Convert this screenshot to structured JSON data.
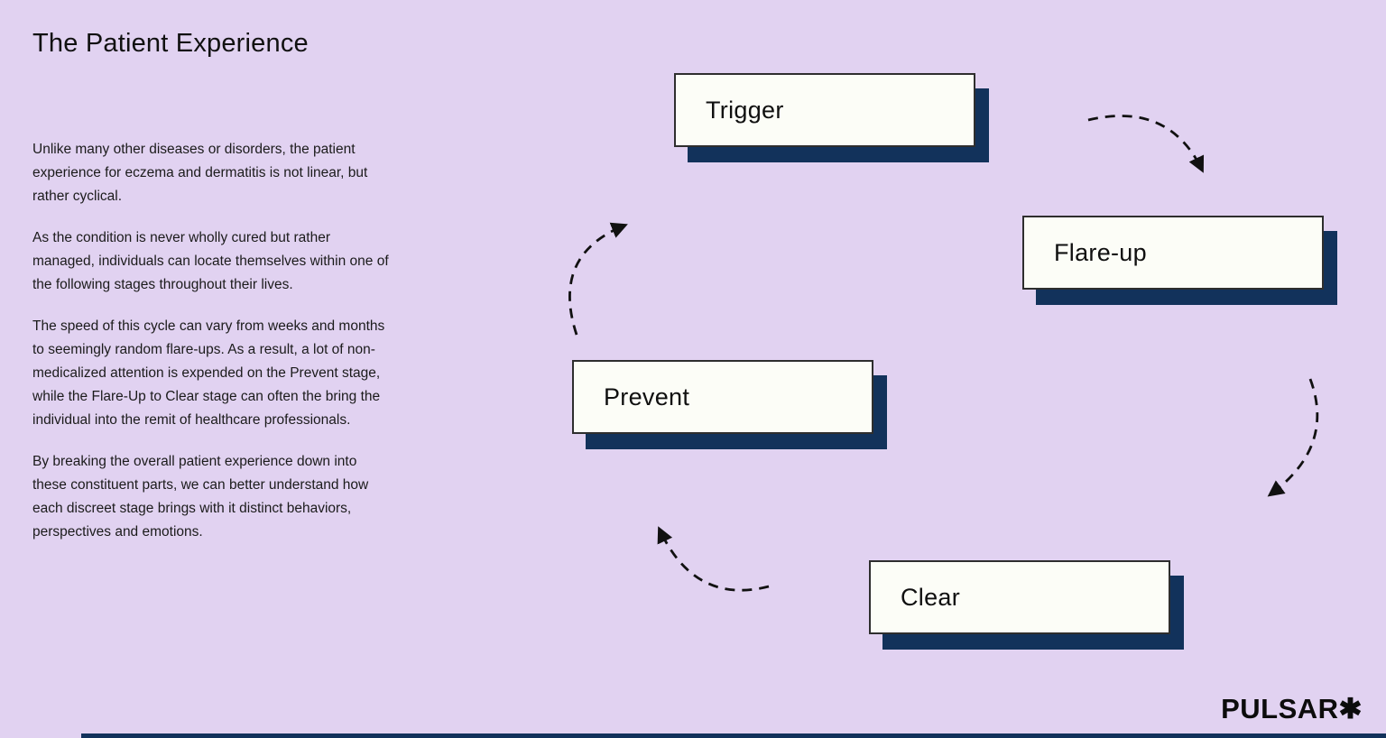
{
  "slide": {
    "title": "The Patient Experience",
    "paragraphs": [
      "Unlike many other diseases or disorders, the patient experience for eczema and dermatitis is not linear, but rather cyclical.",
      "As the condition is never wholly cured but rather managed, individuals can locate themselves within one of the following stages throughout their lives.",
      "The speed of this cycle can vary from weeks and months to seemingly random flare-ups. As a result, a lot of non-medicalized attention is expended on the Prevent stage, while the Flare-Up to Clear stage can often the bring the individual into the remit of healthcare professionals.",
      "By breaking the overall patient experience down into these constituent parts, we can better understand how each discreet stage brings with it distinct behaviors, perspectives and emotions."
    ]
  },
  "cycle": {
    "stages": [
      {
        "label": "Trigger"
      },
      {
        "label": "Flare-up"
      },
      {
        "label": "Prevent"
      },
      {
        "label": "Clear"
      }
    ],
    "flow_order": [
      "Trigger",
      "Flare-up",
      "Clear",
      "Prevent",
      "Trigger"
    ]
  },
  "branding": {
    "logo_text": "PULSAR",
    "logo_mark": "✱"
  },
  "colors": {
    "background": "#E1D2F1",
    "box_fill": "#FCFDF7",
    "box_border": "#2E2E2E",
    "box_shadow": "#12325B",
    "arrow": "#111111",
    "text": "#1C1C1C"
  }
}
